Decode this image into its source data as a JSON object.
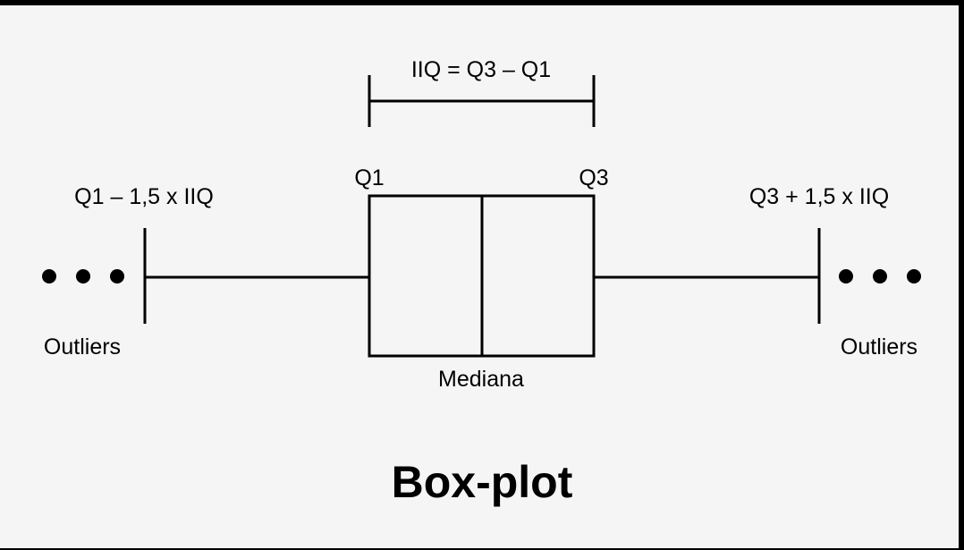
{
  "diagram": {
    "iiq_formula": "IIQ = Q3 – Q1",
    "q1_label": "Q1",
    "q3_label": "Q3",
    "lower_fence_label": "Q1 – 1,5 x IIQ",
    "upper_fence_label": "Q3 + 1,5 x IIQ",
    "left_outliers_label": "Outliers",
    "right_outliers_label": "Outliers",
    "median_label": "Mediana",
    "title": "Box-plot"
  },
  "colors": {
    "background": "#f5f5f5",
    "frame": "#000000",
    "ink": "#000000"
  }
}
